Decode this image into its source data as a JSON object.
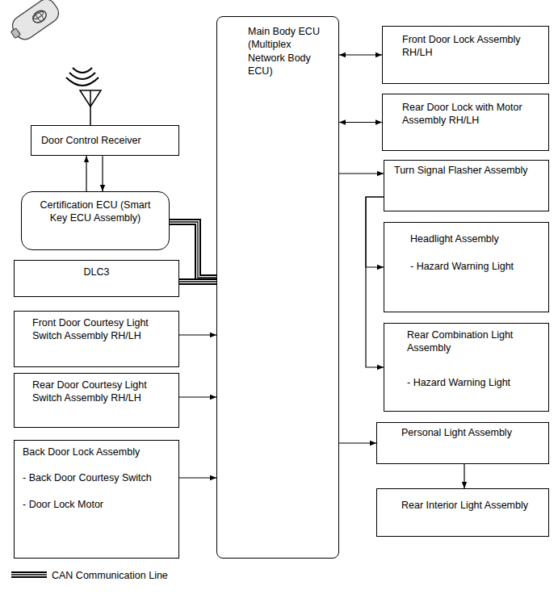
{
  "diagram": {
    "nodes": [
      {
        "text": [
          "Door Control Receiver"
        ]
      },
      {
        "text": [
          "Certification ECU (Smart Key ECU Assembly)"
        ]
      },
      {
        "text": [
          "DLC3"
        ]
      },
      {
        "text": [
          "Front Door Courtesy Light Switch Assembly RH/LH"
        ]
      },
      {
        "text": [
          "Rear Door Courtesy Light Switch Assembly RH/LH"
        ]
      },
      {
        "text": [
          "Back Door Lock Assembly",
          "- Back Door Courtesy Switch",
          "- Door Lock Motor"
        ]
      },
      {
        "text": [
          "Main Body ECU (Multiplex Network Body ECU)"
        ]
      },
      {
        "text": [
          "Front Door Lock Assembly RH/LH"
        ]
      },
      {
        "text": [
          "Rear Door Lock with Motor Assembly RH/LH"
        ]
      },
      {
        "text": [
          "Turn Signal Flasher Assembly"
        ]
      },
      {
        "text": [
          "Headlight Assembly",
          "- Hazard Warning Light"
        ]
      },
      {
        "text": [
          "Rear Combination Light Assembly",
          "- Hazard Warning Light"
        ]
      },
      {
        "text": [
          "Personal Light Assembly"
        ]
      },
      {
        "text": [
          "Rear Interior Light Assembly"
        ]
      }
    ],
    "edges": [
      {
        "from": 1,
        "to": 0,
        "arrow": "to"
      },
      {
        "from": 0,
        "to": 1,
        "arrow": "to"
      },
      {
        "from": 1,
        "to": 6,
        "arrow": "none"
      },
      {
        "from": 2,
        "to": 6,
        "arrow": "none"
      },
      {
        "from": 3,
        "to": 6,
        "arrow": "to"
      },
      {
        "from": 4,
        "to": 6,
        "arrow": "to"
      },
      {
        "from": 5,
        "to": 6,
        "arrow": "to"
      },
      {
        "from": 6,
        "to": 7,
        "arrow": "both"
      },
      {
        "from": 6,
        "to": 8,
        "arrow": "both"
      },
      {
        "from": 6,
        "to": 9,
        "arrow": "to"
      },
      {
        "from": 9,
        "to": 10,
        "arrow": "to"
      },
      {
        "from": 9,
        "to": 11,
        "arrow": "to"
      },
      {
        "from": 6,
        "to": 12,
        "arrow": "to"
      },
      {
        "from": 12,
        "to": 13,
        "arrow": "to"
      }
    ],
    "legend": [
      {
        "text": "CAN Communication Line"
      }
    ]
  }
}
